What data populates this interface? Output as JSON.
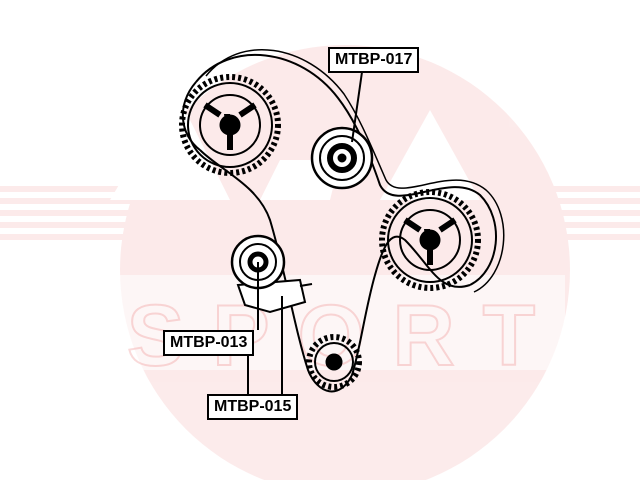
{
  "watermark": {
    "text": "SPORT",
    "color": "#e64a4a"
  },
  "labels": {
    "part_a": "MTBP-017",
    "part_b": "MTBP-013",
    "part_c": "MTBP-015"
  },
  "colors": {
    "line": "#000000",
    "background": "#ffffff"
  }
}
